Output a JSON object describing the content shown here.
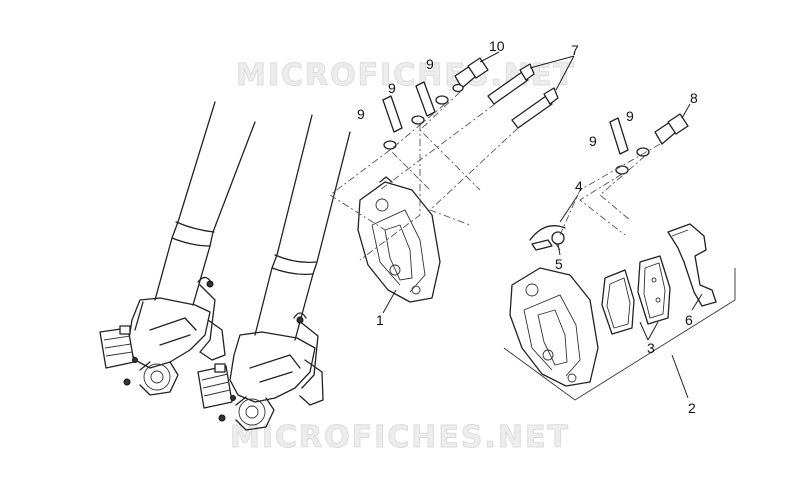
{
  "watermark": {
    "top": "MICROFICHES.NET",
    "bottom": "MICROFICHES.NET"
  },
  "callouts": {
    "c1": "1",
    "c2": "2",
    "c3": "3",
    "c4": "4",
    "c5": "5",
    "c6": "6",
    "c7": "7",
    "c8": "8",
    "c9a": "9",
    "c9b": "9",
    "c9c": "9",
    "c9d": "9",
    "c9e": "9",
    "c10": "10"
  },
  "colors": {
    "line": "#222222",
    "watermark": "#e6e6e6",
    "background": "#ffffff"
  }
}
